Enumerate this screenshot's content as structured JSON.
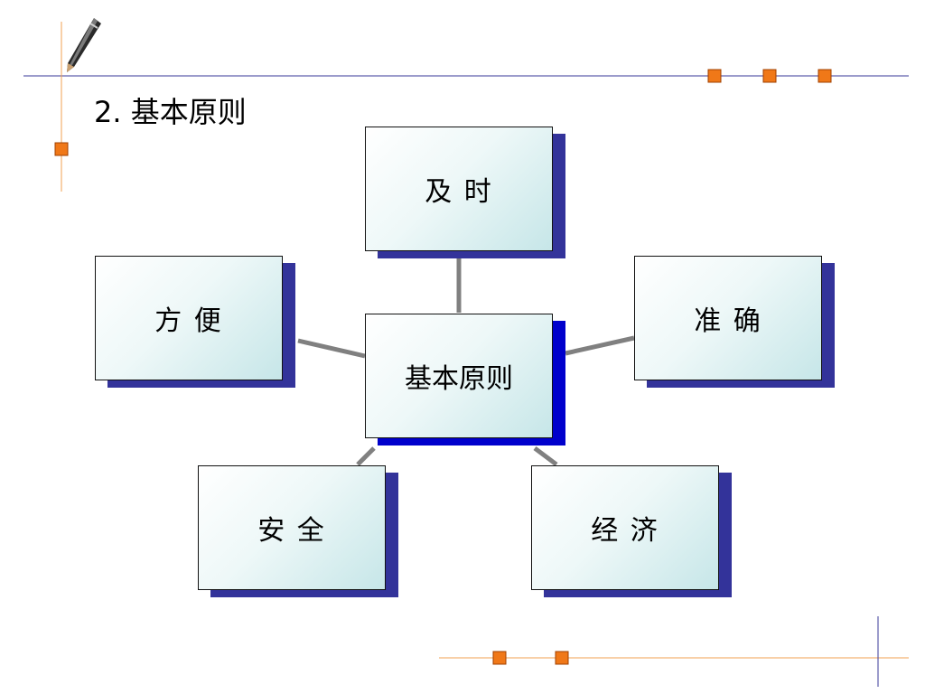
{
  "slide": {
    "title": "2. 基本原则"
  },
  "diagram": {
    "center": {
      "label": "基本原则"
    },
    "nodes": [
      {
        "id": "timely",
        "label": "及  时"
      },
      {
        "id": "accurate",
        "label": "准  确"
      },
      {
        "id": "economical",
        "label": "经  济"
      },
      {
        "id": "safe",
        "label": "安  全"
      },
      {
        "id": "convenient",
        "label": "方  便"
      }
    ]
  },
  "colors": {
    "accent_line": "#3a3a9a",
    "accent_orange": "#f07818",
    "node_shadow": "#33339a",
    "center_shadow": "#0000cc",
    "connector": "#808080"
  },
  "icons": [
    "pen-icon"
  ]
}
